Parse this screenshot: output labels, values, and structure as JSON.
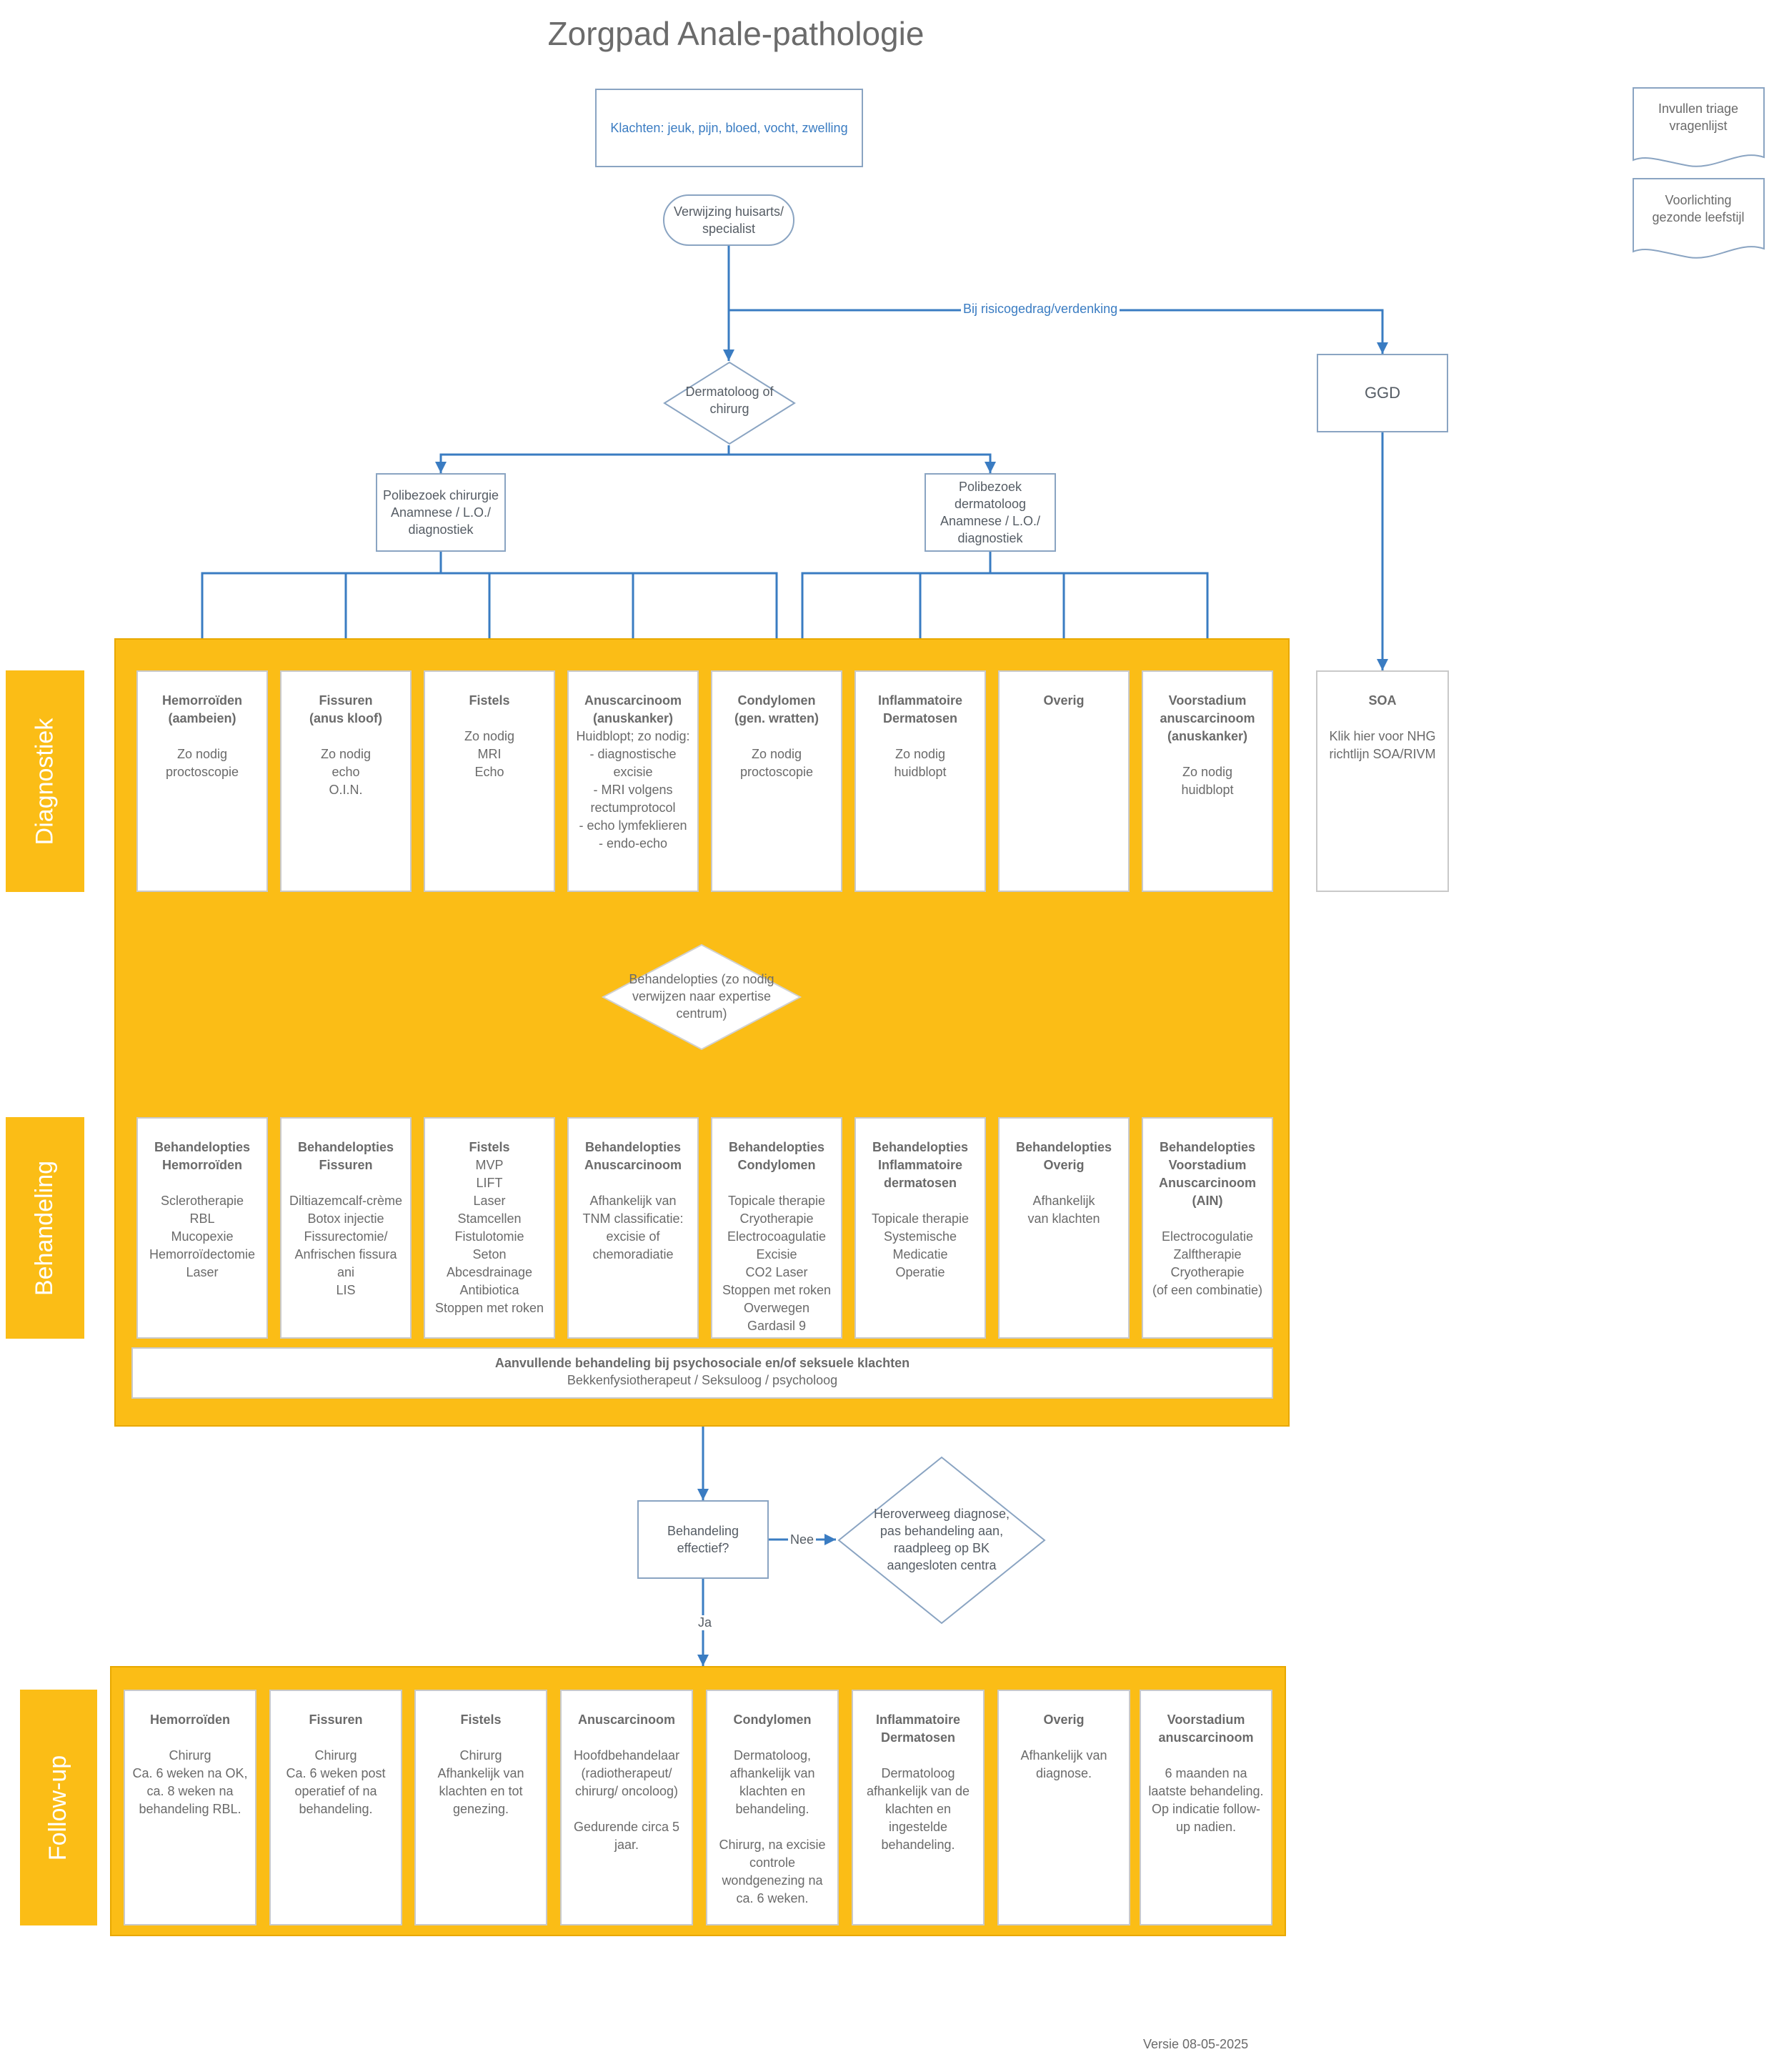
{
  "title": "Zorgpad Anale-pathologie",
  "start_box": "Klachten: jeuk, pijn, bloed, vocht, zwelling",
  "referral": [
    "Verwijzing huisarts/",
    "specialist"
  ],
  "edge_risk": "Bij risicogedrag/verdenking",
  "ggd": "GGD",
  "decision_specialist": [
    "Dermatoloog of",
    "chirurg"
  ],
  "poli_chirurgie": [
    "Polibezoek chirurgie",
    "Anamnese / L.O./",
    "diagnostiek"
  ],
  "poli_dermatoloog": [
    "Polibezoek",
    "dermatoloog",
    "Anamnese / L.O./",
    "diagnostiek"
  ],
  "side_docs": {
    "triage": [
      "Invullen triage",
      "vragenlijst"
    ],
    "leefstijl": [
      "Voorlichting",
      "gezonde leefstijl"
    ]
  },
  "phases": {
    "diagnostiek": "Diagnostiek",
    "behandeling": "Behandeling",
    "followup": "Follow-up"
  },
  "diagnostiek_cards": [
    {
      "head": [
        "Hemorroïden",
        "(aambeien)"
      ],
      "body": [
        "Zo nodig",
        "proctoscopie"
      ]
    },
    {
      "head": [
        "Fissuren",
        "(anus kloof)"
      ],
      "body": [
        "Zo nodig",
        "echo",
        "O.I.N."
      ]
    },
    {
      "head": [
        "Fistels"
      ],
      "body": [
        "Zo nodig",
        "MRI",
        "Echo"
      ]
    },
    {
      "head": [
        "Anuscarcinoom",
        "(anuskanker)"
      ],
      "body": [
        "Huidblopt; zo nodig:",
        "- diagnostische",
        "excisie",
        "- MRI volgens",
        "rectumprotocol",
        "- echo lymfeklieren",
        "- endo-echo"
      ],
      "nogap": true
    },
    {
      "head": [
        "Condylomen",
        "(gen. wratten)"
      ],
      "body": [
        "Zo nodig",
        "proctoscopie"
      ]
    },
    {
      "head": [
        "Inflammatoire",
        "Dermatosen"
      ],
      "body": [
        "Zo nodig",
        "huidblopt"
      ]
    },
    {
      "head": [
        "Overig"
      ],
      "body": []
    },
    {
      "head": [
        "Voorstadium",
        "anuscarcinoom",
        "(anuskanker)"
      ],
      "body": [
        "Zo nodig",
        "huidblopt"
      ]
    }
  ],
  "soa": {
    "head": "SOA",
    "body": [
      "Klik hier voor NHG",
      "richtlijn SOA/RIVM"
    ]
  },
  "decision_treatment": [
    "Behandelopties (zo nodig",
    "verwijzen naar expertise",
    "centrum)"
  ],
  "behandeling_cards": [
    {
      "head": [
        "Behandelopties",
        "Hemorroïden"
      ],
      "body": [
        "Sclerotherapie",
        "RBL",
        "Mucopexie",
        "Hemorroïdectomie",
        "Laser"
      ]
    },
    {
      "head": [
        "Behandelopties",
        "Fissuren"
      ],
      "body": [
        "Diltiazemcalf-crème",
        "Botox injectie",
        "Fissurectomie/",
        "Anfrischen fissura",
        "ani",
        "LIS"
      ]
    },
    {
      "head": [
        "Fistels"
      ],
      "body": [
        "MVP",
        "LIFT",
        "Laser",
        "Stamcellen",
        "Fistulotomie",
        "Seton",
        "Abcesdrainage",
        "Antibiotica",
        "Stoppen met roken"
      ],
      "nogap": true
    },
    {
      "head": [
        "Behandelopties",
        "Anuscarcinoom"
      ],
      "body": [
        "Afhankelijk van",
        "TNM classificatie:",
        "excisie of",
        "chemoradiatie"
      ]
    },
    {
      "head": [
        "Behandelopties",
        "Condylomen"
      ],
      "body": [
        "Topicale therapie",
        "Cryotherapie",
        "Electrocoagulatie",
        "Excisie",
        "CO2 Laser",
        "Stoppen met roken",
        "Overwegen",
        "Gardasil 9"
      ]
    },
    {
      "head": [
        "Behandelopties",
        "Inflammatoire",
        "dermatosen"
      ],
      "body": [
        "Topicale therapie",
        "Systemische",
        "Medicatie",
        "Operatie"
      ]
    },
    {
      "head": [
        "Behandelopties",
        "Overig"
      ],
      "body": [
        "Afhankelijk",
        "van klachten"
      ]
    },
    {
      "head": [
        "Behandelopties",
        "Voorstadium",
        "Anuscarcinoom",
        "(AIN)"
      ],
      "body": [
        "Electrocogulatie",
        "Zalftherapie",
        "Cryotherapie",
        "(of een combinatie)"
      ]
    }
  ],
  "aanvullend": {
    "head": "Aanvullende behandeling bij psychosociale en/of seksuele klachten",
    "body": "Bekkenfysiotherapeut / Seksuloog / psycholoog"
  },
  "effectief": [
    "Behandeling",
    "effectief?"
  ],
  "edge_nee": "Nee",
  "edge_ja": "Ja",
  "heroverweeg": [
    "Heroverweeg diagnose,",
    "pas behandeling aan,",
    "raadpleeg op BK",
    "aangesloten centra"
  ],
  "followup_cards": [
    {
      "head": [
        "Hemorroïden"
      ],
      "body": [
        "Chirurg",
        "Ca. 6 weken na OK,",
        "ca. 8 weken na",
        "behandeling RBL."
      ]
    },
    {
      "head": [
        "Fissuren"
      ],
      "body": [
        "Chirurg",
        "Ca. 6 weken post",
        "operatief of na",
        "behandeling."
      ]
    },
    {
      "head": [
        "Fistels"
      ],
      "body": [
        "Chirurg",
        "Afhankelijk van",
        "klachten en tot",
        "genezing."
      ]
    },
    {
      "head": [
        "Anuscarcinoom"
      ],
      "body": [
        "Hoofdbehandelaar",
        "(radiotherapeut/",
        "chirurg/ oncoloog)",
        "",
        "Gedurende circa 5",
        "jaar."
      ]
    },
    {
      "head": [
        "Condylomen"
      ],
      "body": [
        "Dermatoloog,",
        "afhankelijk van",
        "klachten en",
        "behandeling.",
        "",
        "Chirurg, na excisie",
        "controle",
        "wondgenezing na",
        "ca. 6 weken."
      ]
    },
    {
      "head": [
        "Inflammatoire",
        "Dermatosen"
      ],
      "body": [
        "Dermatoloog",
        "afhankelijk van de",
        "klachten en",
        "ingestelde",
        "behandeling."
      ]
    },
    {
      "head": [
        "Overig"
      ],
      "body": [
        "Afhankelijk van",
        "diagnose."
      ]
    },
    {
      "head": [
        "Voorstadium",
        "anuscarcinoom"
      ],
      "body": [
        "6 maanden na",
        "laatste behandeling.",
        "Op indicatie follow-",
        "up nadien."
      ]
    }
  ],
  "version": "Versie 08-05-2025",
  "colors": {
    "accent_yellow": "#fbbd16",
    "connector_blue": "#3a7cc2",
    "box_border": "#8aa4c2"
  }
}
